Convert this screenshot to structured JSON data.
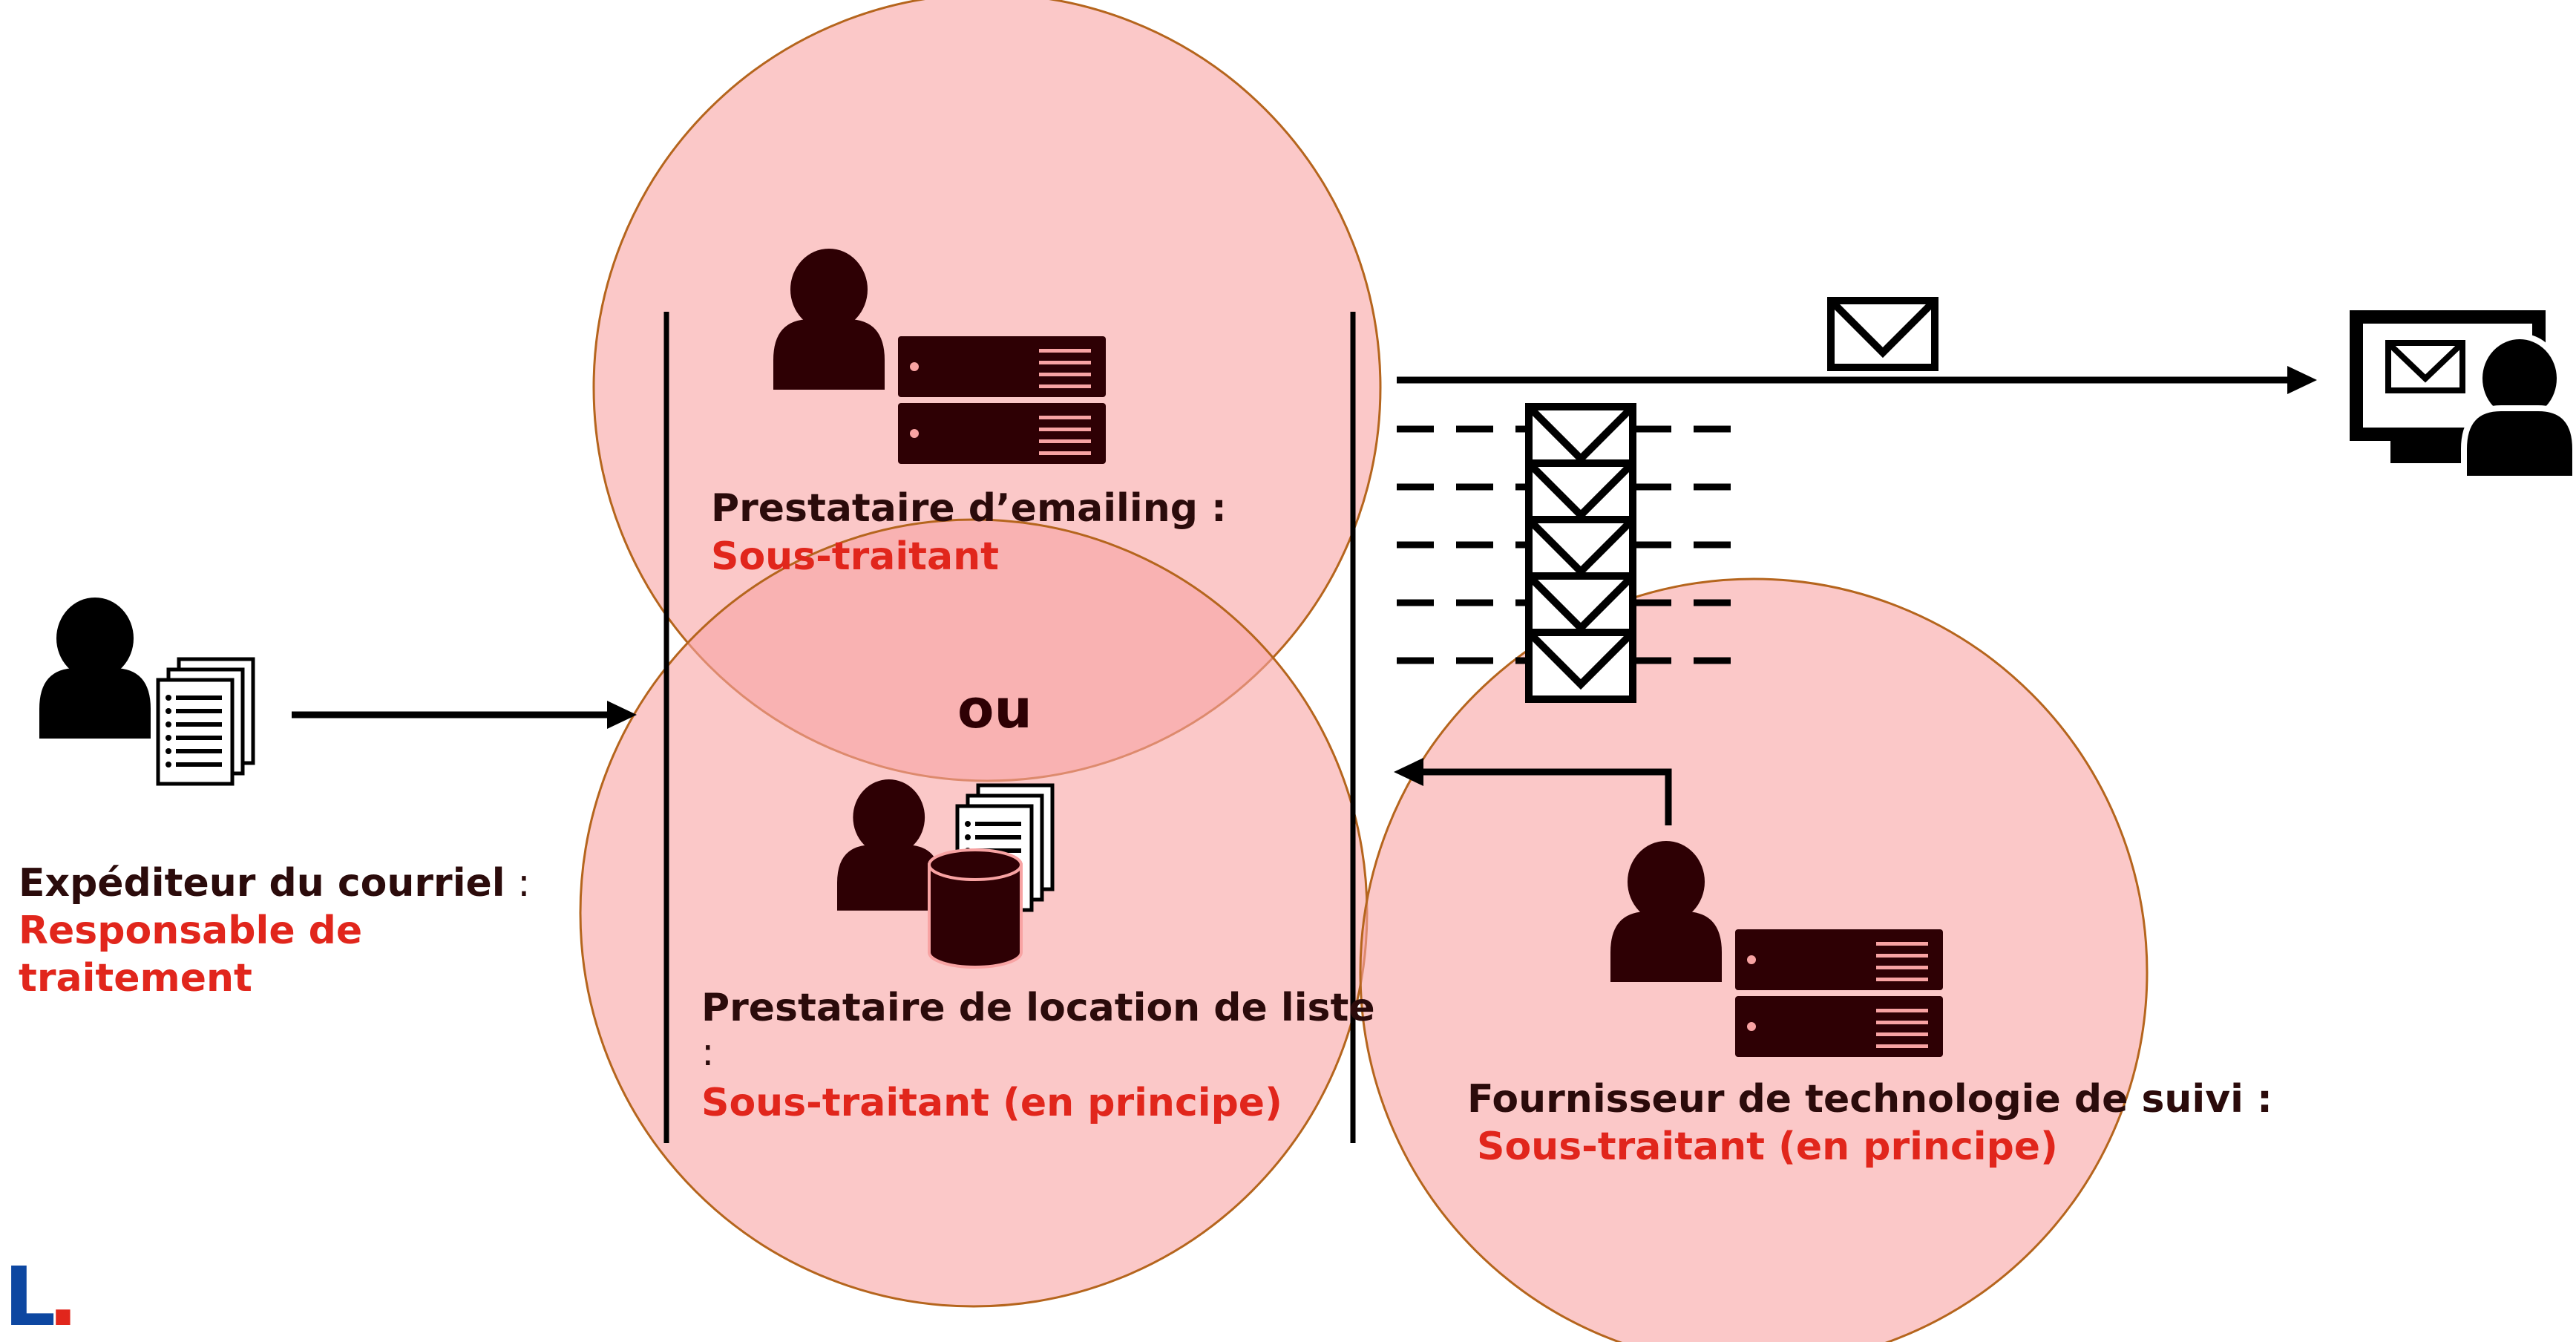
{
  "colors": {
    "circle_fill": "#f8a3a3",
    "circle_stroke": "#b5651d",
    "icon_dark": "#2e0004",
    "text_dark": "#2b0b0b",
    "text_red": "#e1261c",
    "logo_blue": "#0d47a1",
    "logo_red": "#e1261c"
  },
  "sender": {
    "title": "Expéditeur du courriel",
    "colon": " :",
    "role_line1": "Responsable de",
    "role_line2": "traitement",
    "icons": [
      "person-icon",
      "documents-icon"
    ]
  },
  "emailing_provider": {
    "title": "Prestataire d’emailing :",
    "role": "Sous-traitant",
    "icons": [
      "person-icon",
      "server-icon"
    ]
  },
  "or_label": "ou",
  "list_provider": {
    "title": "Prestataire de location de liste",
    "colon": ":",
    "role": "Sous-traitant (en principe)",
    "icons": [
      "person-icon",
      "database-icon",
      "documents-icon"
    ]
  },
  "tracking_provider": {
    "title": "Fournisseur de technologie de suivi :",
    "role": "Sous-traitant (en principe)",
    "icons": [
      "person-icon",
      "server-icon"
    ]
  },
  "recipient": {
    "icons": [
      "monitor-icon",
      "envelope-icon",
      "person-icon"
    ]
  },
  "logo": {
    "letter": "L",
    "dot": "."
  }
}
